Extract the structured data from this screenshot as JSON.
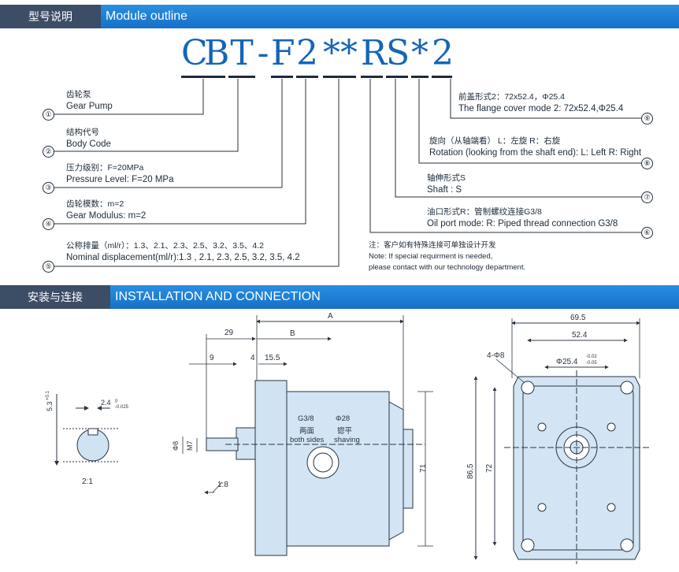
{
  "header1": {
    "cn": "型号说明",
    "en": "Module outline"
  },
  "code": [
    "C",
    "B",
    "T",
    "-",
    "F",
    "2",
    "**",
    "R",
    "S",
    "*",
    "2"
  ],
  "items": [
    {
      "no": "①",
      "cn": "齿轮泵",
      "en": "Gear Pump"
    },
    {
      "no": "②",
      "cn": "结构代号",
      "en": "Body Code"
    },
    {
      "no": "③",
      "cn": "压力级别：F=20MPa",
      "en": "Pressure Level: F=20 MPa"
    },
    {
      "no": "④",
      "cn": "齿轮模数：m=2",
      "en": "Gear Modulus: m=2"
    },
    {
      "no": "⑤",
      "cn": "公称排量（ml/r）：1.3、2.1、2.3、2.5、3.2、3.5、4.2",
      "en": "Nominal displacement(ml/r):1.3 , 2.1, 2.3, 2.5, 3.2, 3.5, 4.2"
    },
    {
      "no": "⑥",
      "cn": "油口形式R：管制螺纹连接G3/8",
      "en": "Oil port mode: R: Piped thread connection G3/8"
    },
    {
      "no": "⑦",
      "cn": "轴伸形式S",
      "en": "Shaft : S"
    },
    {
      "no": "⑧",
      "cn": "旋向（从轴端看）  L：左旋  R：右旋",
      "en": "Rotation (looking from the shaft end): L: Left   R: Right"
    },
    {
      "no": "⑨",
      "cn": "前盖形式2：72x52.4，Φ25.4",
      "en": "The flange cover mode 2: 72x52.4,Φ25.4"
    }
  ],
  "note": {
    "cn": "注：客户如有特殊连接可单独设计开发",
    "en1": "Note: If special requirment is needed,",
    "en2": "please contact with our technology department."
  },
  "header2": {
    "cn": "安装与连接",
    "en": "INSTALLATION  AND CONNECTION"
  },
  "dims": {
    "shaft_key": "5.3",
    "shaft_key_tol": "+0.1\n0",
    "key_width": "2.4",
    "key_tol": "0\n-0.025",
    "scale": "2:1",
    "A": "A",
    "d29": "29",
    "B": "B",
    "d9": "9",
    "d4": "4",
    "d15_5": "15.5",
    "g38": "G3/8",
    "both_cn": "两面",
    "both_en": "both sides",
    "phi28": "Φ28",
    "shave_cn": "锪平",
    "shave_en": "shaving",
    "phi8": "Φ8",
    "m7": "M7",
    "taper": "1:8",
    "h71": "71",
    "w69": "69.5",
    "w52": "52.4",
    "holes": "4-Φ8",
    "phi25": "Φ25.4",
    "phi25_tol": "-0.02\n-0.05",
    "h86": "86.5",
    "h72": "72"
  }
}
